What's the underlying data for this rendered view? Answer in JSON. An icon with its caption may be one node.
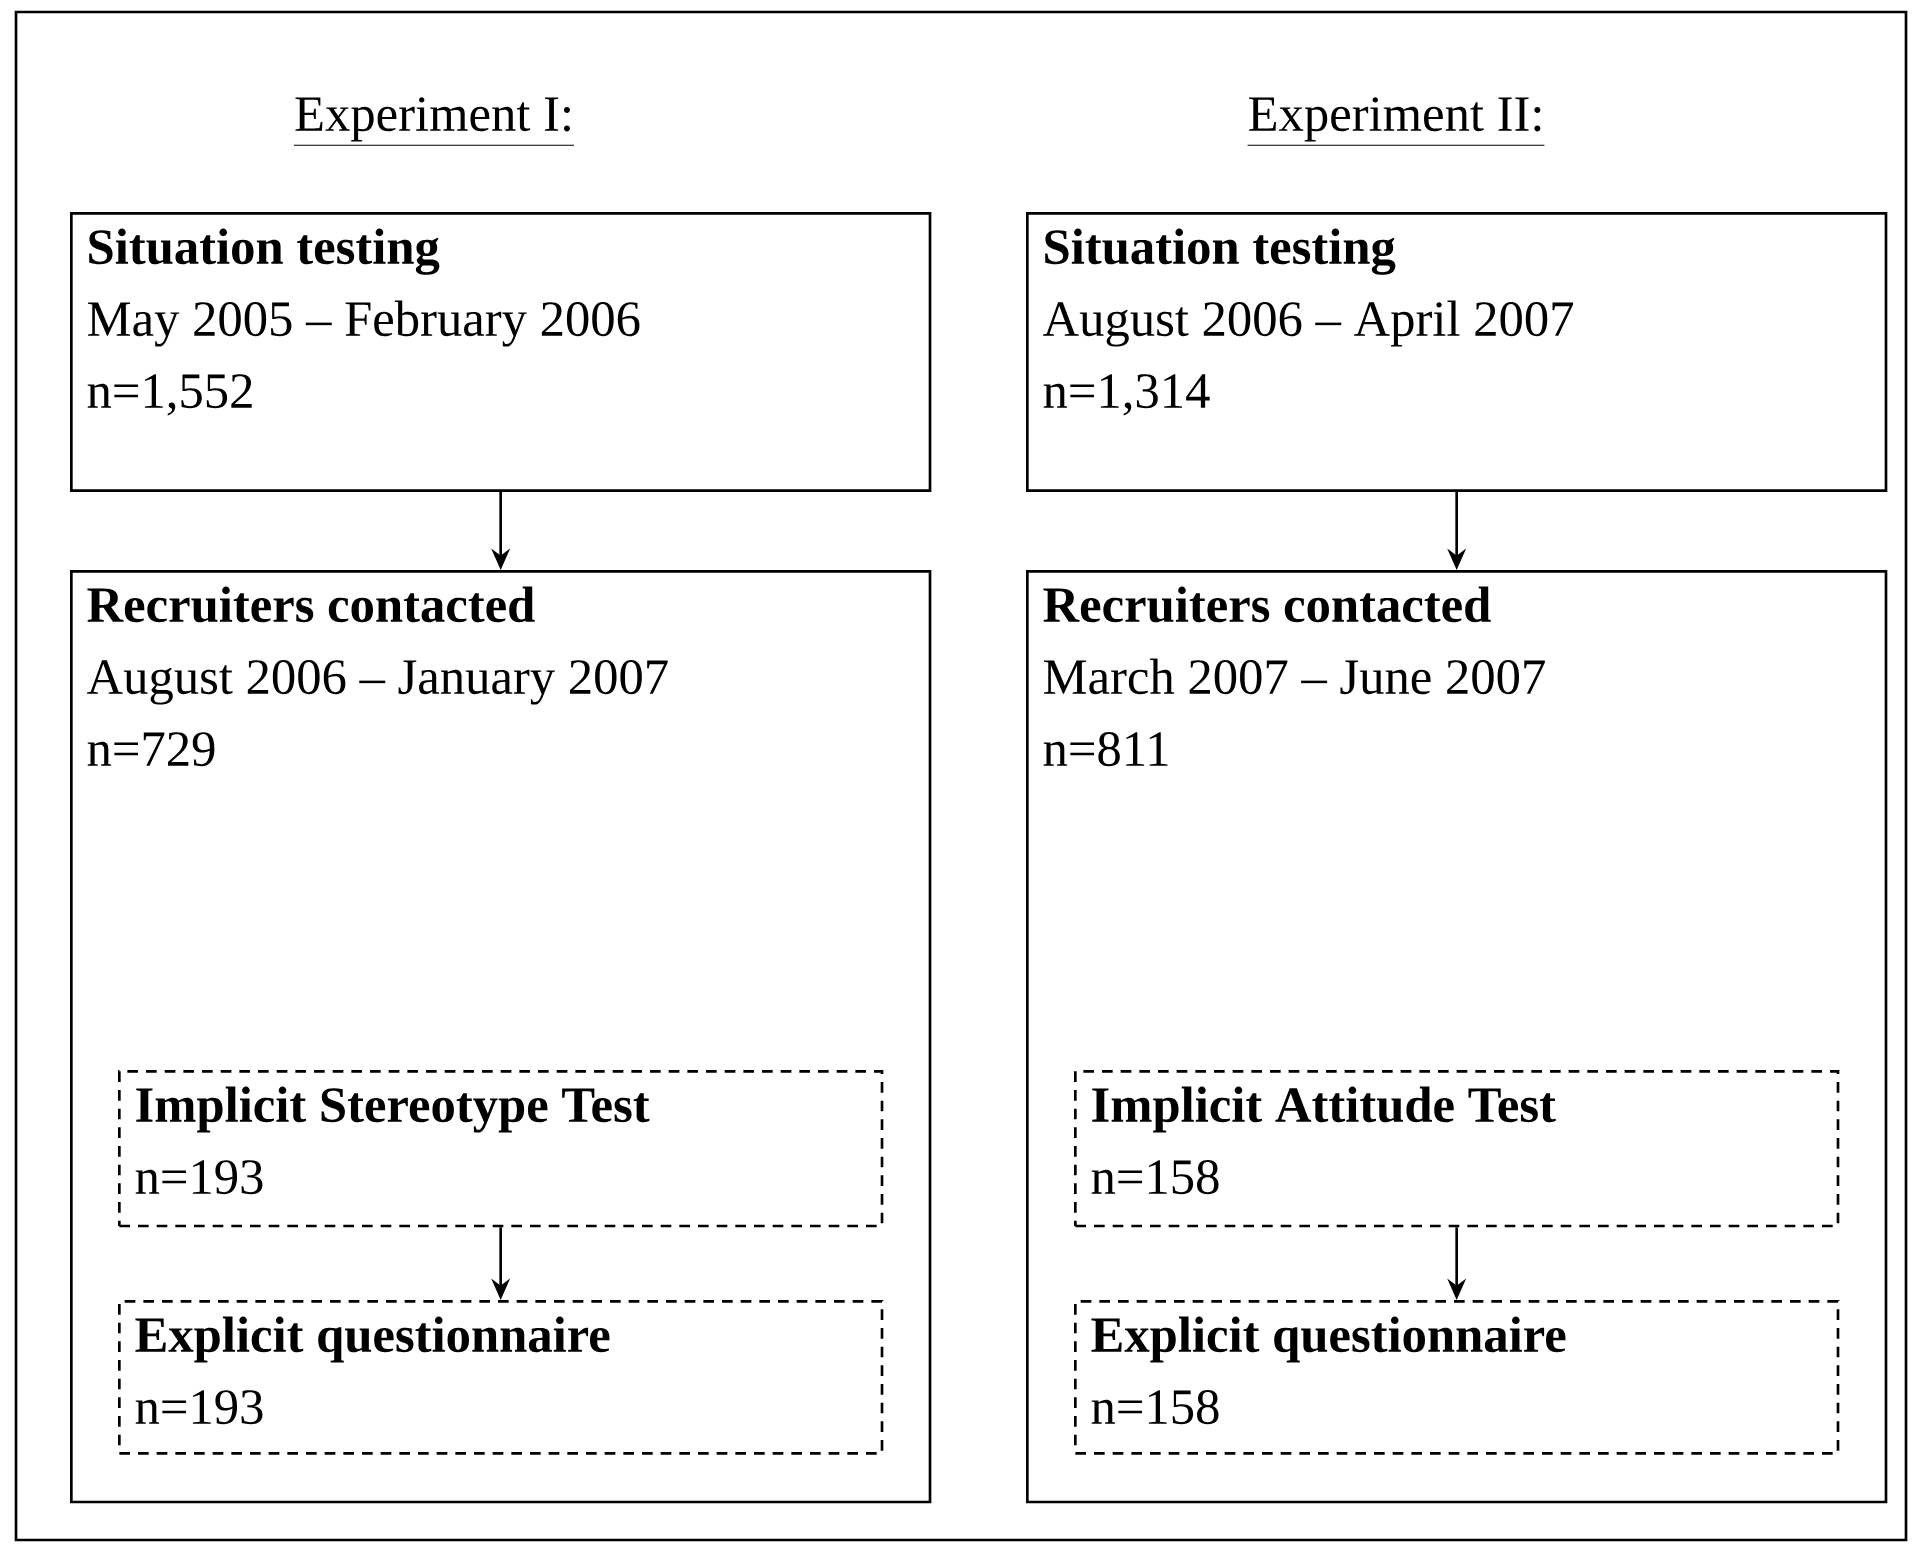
{
  "diagram": {
    "nodes": [
      {
        "text": [
          "Situation testing",
          "May 2005 – February 2006",
          "n=1,552"
        ]
      },
      {
        "text": [
          "Recruiters contacted",
          "August 2006 – January 2007",
          "n=729"
        ]
      },
      {
        "text": [
          "Implicit Stereotype Test",
          "n=193"
        ],
        "in": 1
      },
      {
        "text": [
          "Explicit questionnaire",
          "n=193"
        ],
        "in": 1
      },
      {
        "text": [
          "Situation testing",
          "August 2006 – April 2007",
          "n=1,314"
        ]
      },
      {
        "text": [
          "Recruiters contacted",
          "March 2007 – June 2007",
          "n=811"
        ]
      },
      {
        "text": [
          "Implicit Attitude Test",
          "n=158"
        ],
        "in": 5
      },
      {
        "text": [
          "Explicit questionnaire",
          "n=158"
        ],
        "in": 5
      }
    ],
    "edges": [
      {
        "from": 0,
        "to": 1,
        "arrow": "to"
      },
      {
        "from": 2,
        "to": 3,
        "arrow": "to"
      },
      {
        "from": 4,
        "to": 5,
        "arrow": "to"
      },
      {
        "from": 6,
        "to": 7,
        "arrow": "to"
      }
    ],
    "labels": [
      "Experiment I:",
      "Experiment II:"
    ]
  }
}
